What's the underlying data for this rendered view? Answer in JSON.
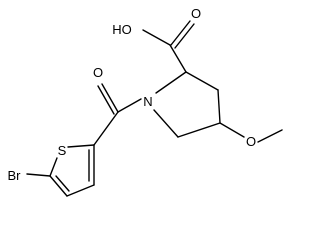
{
  "molecule": {
    "atoms": {
      "hydroxyl": "HO",
      "carbonyl_oxygen_acid": "O",
      "carbonyl_oxygen_amide": "O",
      "nitrogen": "N",
      "methoxy_oxygen": "O",
      "sulfur": "S",
      "bromine": "Br"
    }
  }
}
